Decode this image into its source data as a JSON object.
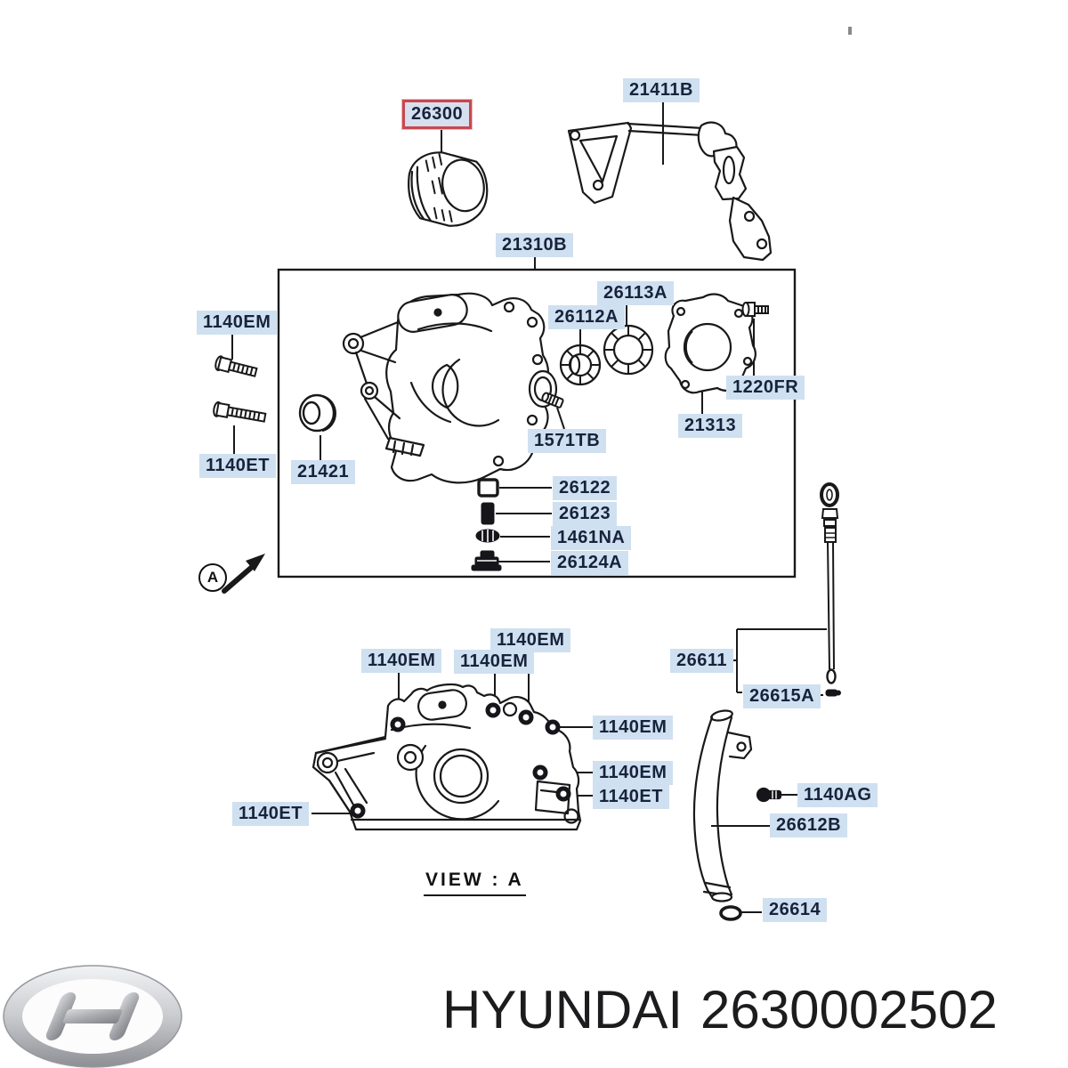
{
  "brand": {
    "name": "HYUNDAI",
    "part_code": "2630002502"
  },
  "diagram": {
    "view_caption": "VIEW : A",
    "detail_marker": "A",
    "highlighted_part": "26300",
    "colors": {
      "label_bg": "#cfe0f0",
      "label_text": "#17233c",
      "highlight_border": "#c9474f",
      "line_color": "#191919"
    }
  },
  "parts": {
    "p26300": "26300",
    "p21411b": "21411B",
    "p21310b": "21310B",
    "p1140em": "1140EM",
    "p1140et": "1140ET",
    "p21421": "21421",
    "p26112a": "26112A",
    "p26113a": "26113A",
    "p1220fr": "1220FR",
    "p21313": "21313",
    "p1571tb": "1571TB",
    "p26122": "26122",
    "p26123": "26123",
    "p1461na": "1461NA",
    "p26124a": "26124A",
    "p26611": "26611",
    "p26615a": "26615A",
    "p1140ag": "1140AG",
    "p26612b": "26612B",
    "p26614": "26614"
  }
}
